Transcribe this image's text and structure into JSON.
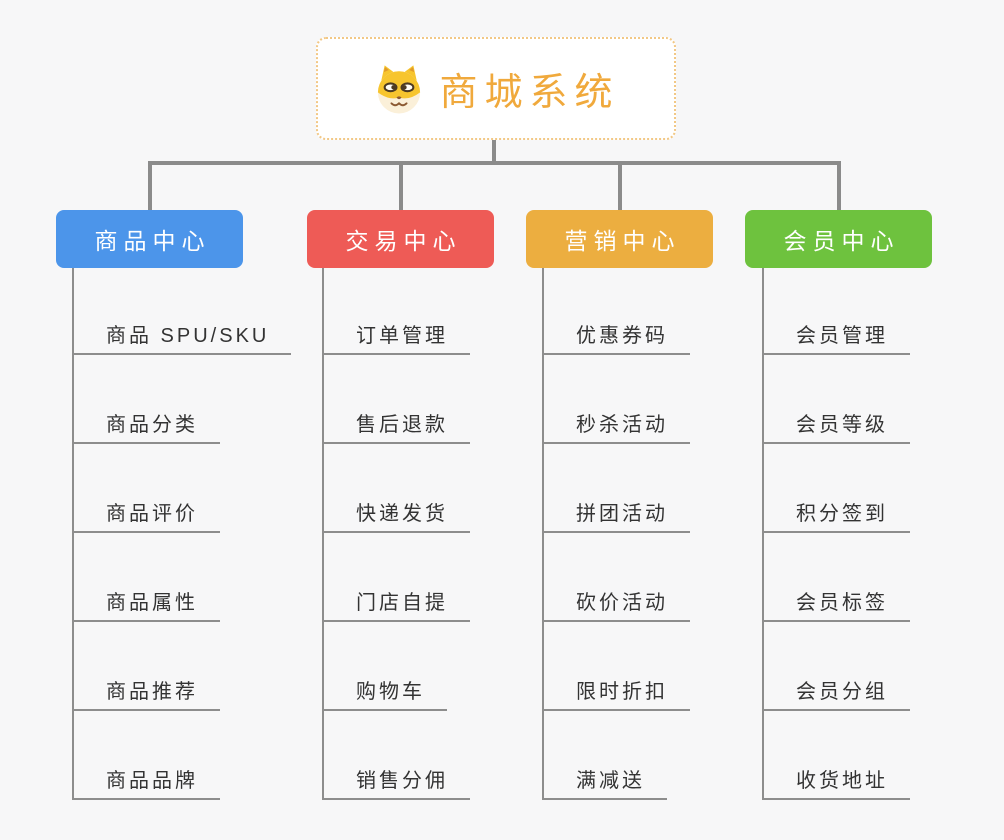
{
  "root": {
    "title": "商城系统",
    "icon": "dog-face-icon"
  },
  "branches": [
    {
      "label": "商品中心",
      "color": "#4c95ea",
      "children": [
        "商品 SPU/SKU",
        "商品分类",
        "商品评价",
        "商品属性",
        "商品推荐",
        "商品品牌"
      ]
    },
    {
      "label": "交易中心",
      "color": "#ee5b56",
      "children": [
        "订单管理",
        "售后退款",
        "快递发货",
        "门店自提",
        "购物车",
        "销售分佣"
      ]
    },
    {
      "label": "营销中心",
      "color": "#ecae40",
      "children": [
        "优惠券码",
        "秒杀活动",
        "拼团活动",
        "砍价活动",
        "限时折扣",
        "满减送"
      ]
    },
    {
      "label": "会员中心",
      "color": "#6ec23e",
      "children": [
        "会员管理",
        "会员等级",
        "积分签到",
        "会员标签",
        "会员分组",
        "收货地址"
      ]
    }
  ],
  "colors": {
    "background": "#f7f7f8",
    "root_text": "#f0a93c",
    "root_border": "#f2c886",
    "connector": "#8b8b8b",
    "underline": "#8d8d8d",
    "branch_text": "#ffffff",
    "item_text": "#333333",
    "icon_gold": "#f7c52e",
    "icon_cream": "#fbf0d9",
    "icon_brown": "#8c5a33"
  }
}
